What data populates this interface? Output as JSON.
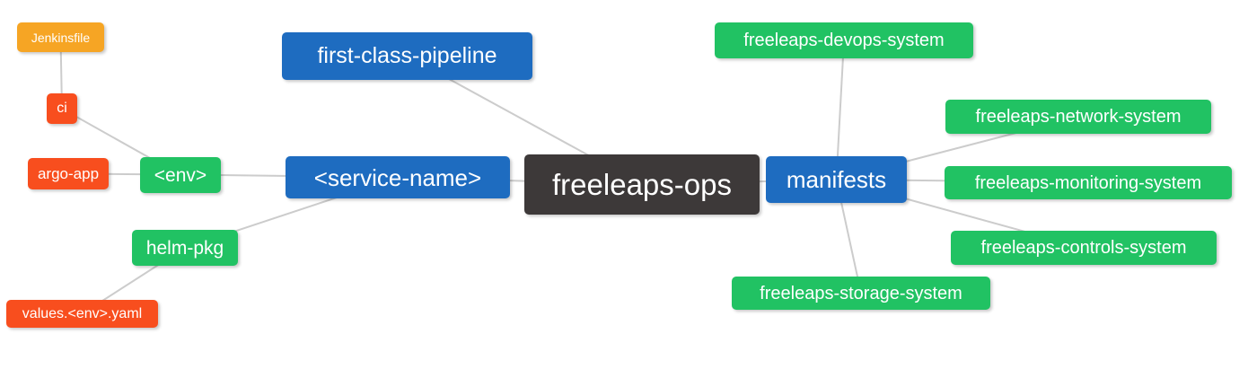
{
  "mindmap": {
    "colors": {
      "node_blue": "#1E6CC0",
      "node_green": "#21C263",
      "node_red_orange": "#F84E1E",
      "node_orange": "#F6A524",
      "node_dark": "#3D3939",
      "edge_gray": "#CCCCCC",
      "background": "#FFFFFF"
    },
    "nodes": {
      "freeleaps_ops": {
        "label": "freeleaps-ops"
      },
      "first_class_pipeline": {
        "label": "first-class-pipeline"
      },
      "service_name": {
        "label": "<service-name>"
      },
      "env": {
        "label": "<env>"
      },
      "ci": {
        "label": "ci"
      },
      "jenkinsfile": {
        "label": "Jenkinsfile"
      },
      "argo_app": {
        "label": "argo-app"
      },
      "helm_pkg": {
        "label": "helm-pkg"
      },
      "values_env_yaml": {
        "label": "values.<env>.yaml"
      },
      "manifests": {
        "label": "manifests"
      },
      "freeleaps_devops_system": {
        "label": "freeleaps-devops-system"
      },
      "freeleaps_network_system": {
        "label": "freeleaps-network-system"
      },
      "freeleaps_monitoring_system": {
        "label": "freeleaps-monitoring-system"
      },
      "freeleaps_controls_system": {
        "label": "freeleaps-controls-system"
      },
      "freeleaps_storage_system": {
        "label": "freeleaps-storage-system"
      }
    },
    "edges": [
      [
        "jenkinsfile",
        "ci"
      ],
      [
        "ci",
        "env"
      ],
      [
        "argo_app",
        "env"
      ],
      [
        "env",
        "service_name"
      ],
      [
        "helm_pkg",
        "service_name"
      ],
      [
        "values_env_yaml",
        "helm_pkg"
      ],
      [
        "service_name",
        "freeleaps_ops"
      ],
      [
        "first_class_pipeline",
        "freeleaps_ops"
      ],
      [
        "freeleaps_ops",
        "manifests"
      ],
      [
        "manifests",
        "freeleaps_devops_system"
      ],
      [
        "manifests",
        "freeleaps_network_system"
      ],
      [
        "manifests",
        "freeleaps_monitoring_system"
      ],
      [
        "manifests",
        "freeleaps_controls_system"
      ],
      [
        "manifests",
        "freeleaps_storage_system"
      ]
    ]
  }
}
